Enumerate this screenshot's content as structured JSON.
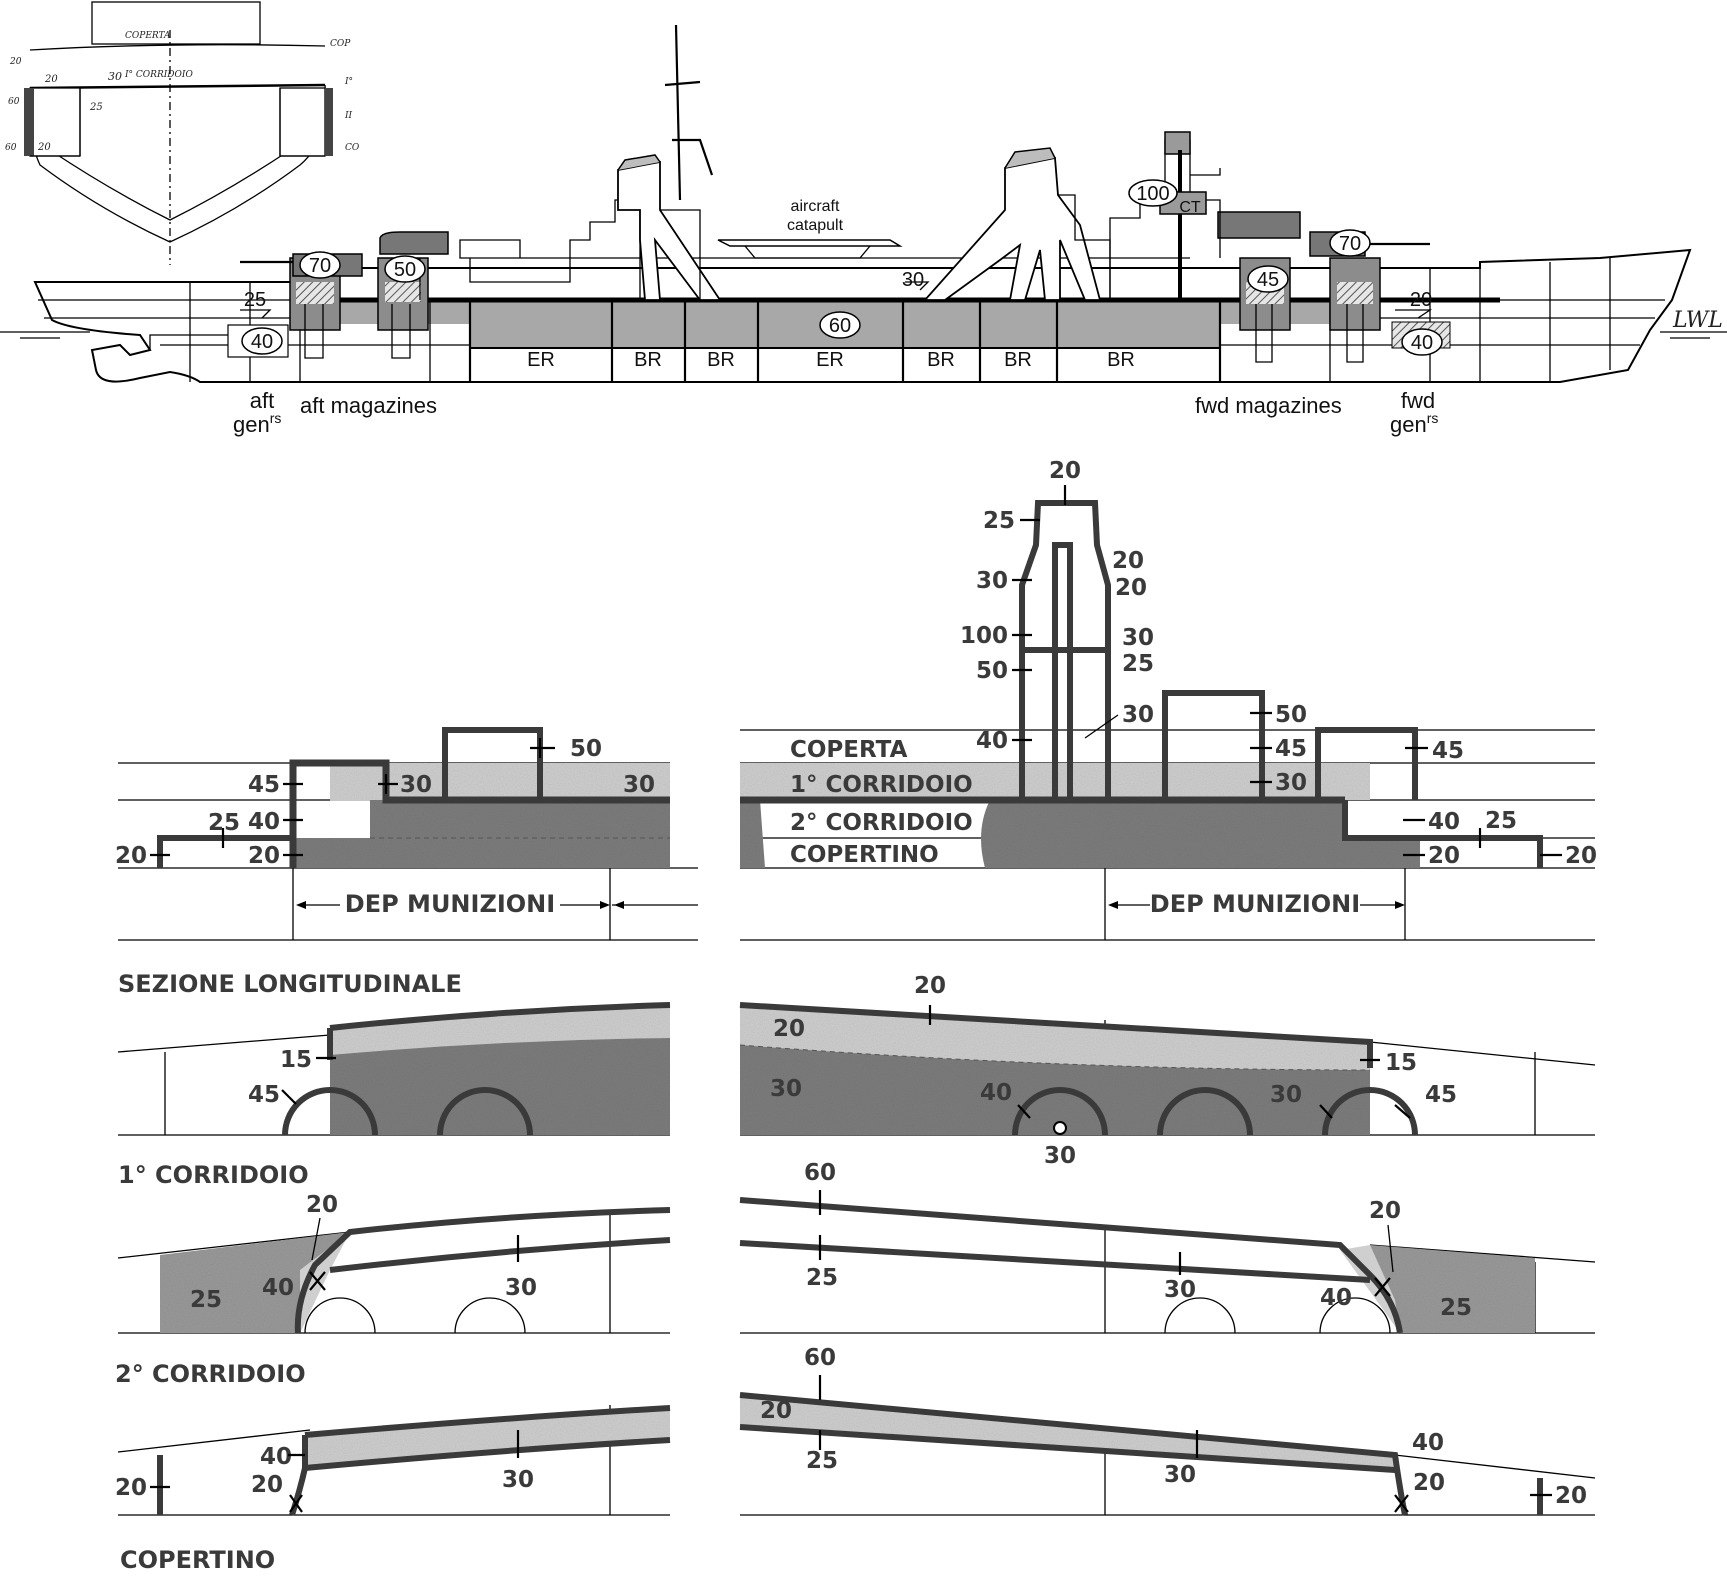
{
  "profile": {
    "labels": {
      "aircraft": "aircraft",
      "catapult": "catapult",
      "lwl": "LWL",
      "aft": "aft",
      "aft_gen": "gen",
      "aft_gen_sup": "rs",
      "aft_magazines": "aft magazines",
      "fwd_magazines": "fwd magazines",
      "fwd": "fwd",
      "fwd_gen": "gen",
      "fwd_gen_sup": "rs",
      "ct": "CT"
    },
    "armor_circles": [
      "70",
      "50",
      "40",
      "60",
      "45",
      "70",
      "40",
      "100"
    ],
    "armor_plain": [
      "25",
      "30",
      "20"
    ],
    "compartments": [
      "ER",
      "BR",
      "BR",
      "ER",
      "BR",
      "BR",
      "BR"
    ]
  },
  "midship_sketch": {
    "labels": [
      "COPERTA",
      "I° CORRIDOIO",
      "20",
      "30",
      "25",
      "20",
      "20",
      "60",
      "60",
      "COP",
      "I°",
      "II",
      "CO"
    ]
  },
  "sections": {
    "rows": [
      "COPERTA",
      "1° CORRIDOIO",
      "2° CORRIDOIO",
      "COPERTINO"
    ],
    "dep_munizioni": "DEP MUNIZIONI",
    "sezione": "SEZIONE   LONGITUDINALE",
    "plan_1": "1° CORRIDOIO",
    "plan_2": "2° CORRIDOIO",
    "plan_3": "COPERTINO",
    "long_left_nums": [
      "50",
      "45",
      "30",
      "30",
      "25",
      "40",
      "20",
      "20"
    ],
    "long_right_tower": [
      "20",
      "25",
      "20",
      "30",
      "20",
      "100",
      "30",
      "50",
      "25",
      "40",
      "30"
    ],
    "long_right_nums": [
      "50",
      "45",
      "45",
      "30",
      "40",
      "25",
      "20",
      "20"
    ],
    "p1_left": [
      "15",
      "45"
    ],
    "p1_right": [
      "20",
      "20",
      "30",
      "40",
      "30",
      "30",
      "15",
      "45"
    ],
    "p2_left": [
      "20",
      "25",
      "40",
      "30"
    ],
    "p2_right": [
      "60",
      "25",
      "30",
      "20",
      "40",
      "25"
    ],
    "p3_left": [
      "40",
      "20",
      "20",
      "30"
    ],
    "p3_right": [
      "60",
      "20",
      "25",
      "40",
      "30",
      "20",
      "20"
    ]
  }
}
